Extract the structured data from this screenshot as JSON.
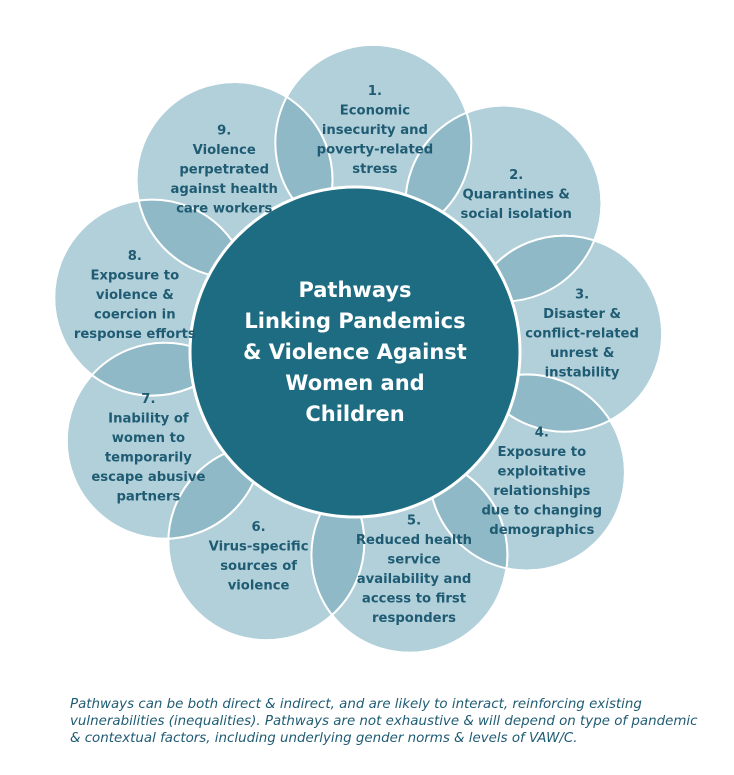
{
  "center": {
    "lines": [
      "Pathways",
      "Linking Pandemics",
      "& Violence Against",
      "Women and",
      "Children"
    ]
  },
  "pathways": [
    {
      "number": "1.",
      "lines": [
        "Economic",
        "insecurity and",
        "poverty-related",
        "stress"
      ]
    },
    {
      "number": "2.",
      "lines": [
        "Quarantines &",
        "social isolation"
      ]
    },
    {
      "number": "3.",
      "lines": [
        "Disaster &",
        "conflict-related",
        "unrest &",
        "instability"
      ]
    },
    {
      "number": "4.",
      "lines": [
        "Exposure to",
        "exploitative",
        "relationships",
        "due to changing",
        "demographics"
      ]
    },
    {
      "number": "5.",
      "lines": [
        "Reduced health",
        "service",
        "availability and",
        "access to first",
        "responders"
      ]
    },
    {
      "number": "6.",
      "lines": [
        "Virus-specific",
        "sources of",
        "violence"
      ]
    },
    {
      "number": "7.",
      "lines": [
        "Inability of",
        "women to",
        "temporarily",
        "escape abusive",
        "partners"
      ]
    },
    {
      "number": "8.",
      "lines": [
        "Exposure to",
        "violence &",
        "coercion in",
        "response efforts"
      ]
    },
    {
      "number": "9.",
      "lines": [
        "Violence",
        "perpetrated",
        "against health",
        "care workers"
      ]
    }
  ],
  "caption": "Pathways can be both direct & indirect, and are likely to interact, reinforcing existing vulnerabilities (inequalities). Pathways are not exhaustive & will depend on type of pandemic & contextual factors, including underlying gender norms & levels of VAW/C.",
  "colors": {
    "outer_fill": "#b2d0da",
    "center_fill": "#1e6c82",
    "outer_text": "#1f5c73",
    "center_text": "#ffffff",
    "border": "#ffffff",
    "overlap": "#8fb9c6"
  }
}
